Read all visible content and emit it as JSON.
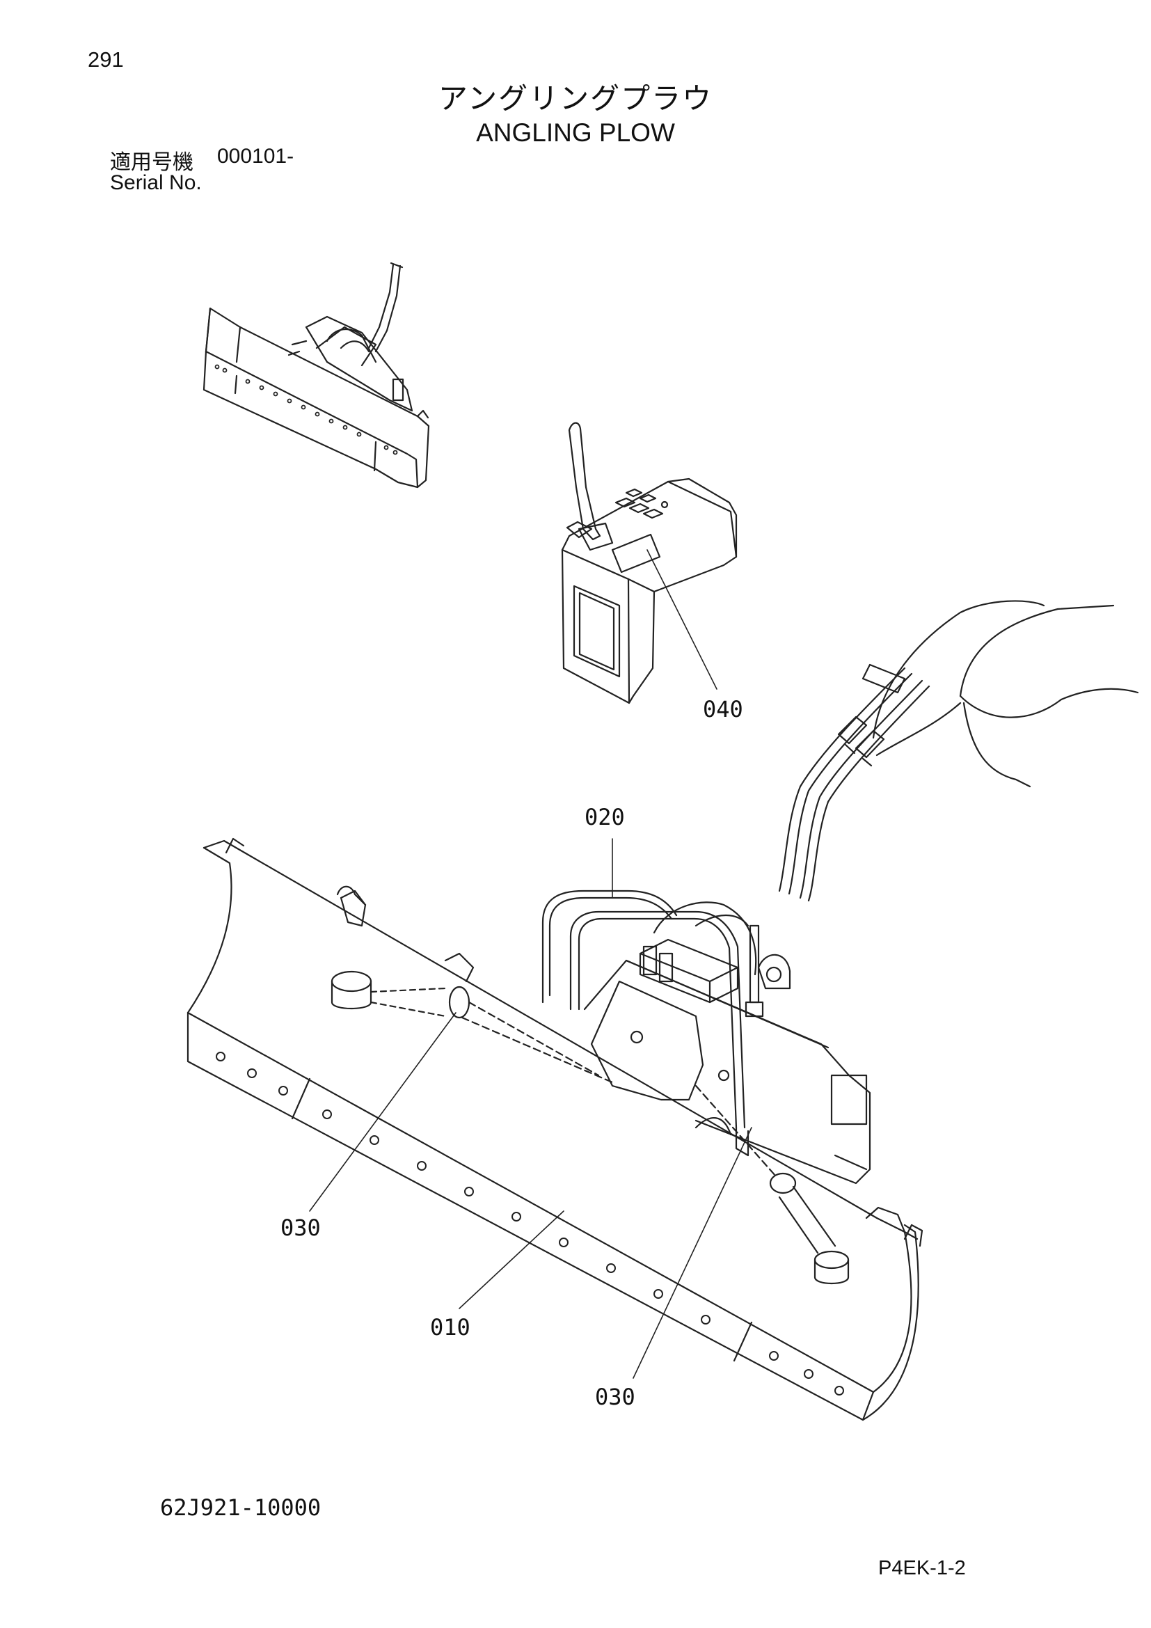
{
  "header": {
    "page_number": "291",
    "title_ja": "アングリングプラウ",
    "title_en": "ANGLING PLOW",
    "serial_label_ja": "適用号機",
    "serial_value": "000101-",
    "serial_label_en": "Serial No."
  },
  "callouts": {
    "c010": "010",
    "c020": "020",
    "c030_left": "030",
    "c030_right": "030",
    "c040": "040"
  },
  "footer": {
    "drawing_number": "62J921-10000",
    "page_code": "P4EK-1-2"
  }
}
